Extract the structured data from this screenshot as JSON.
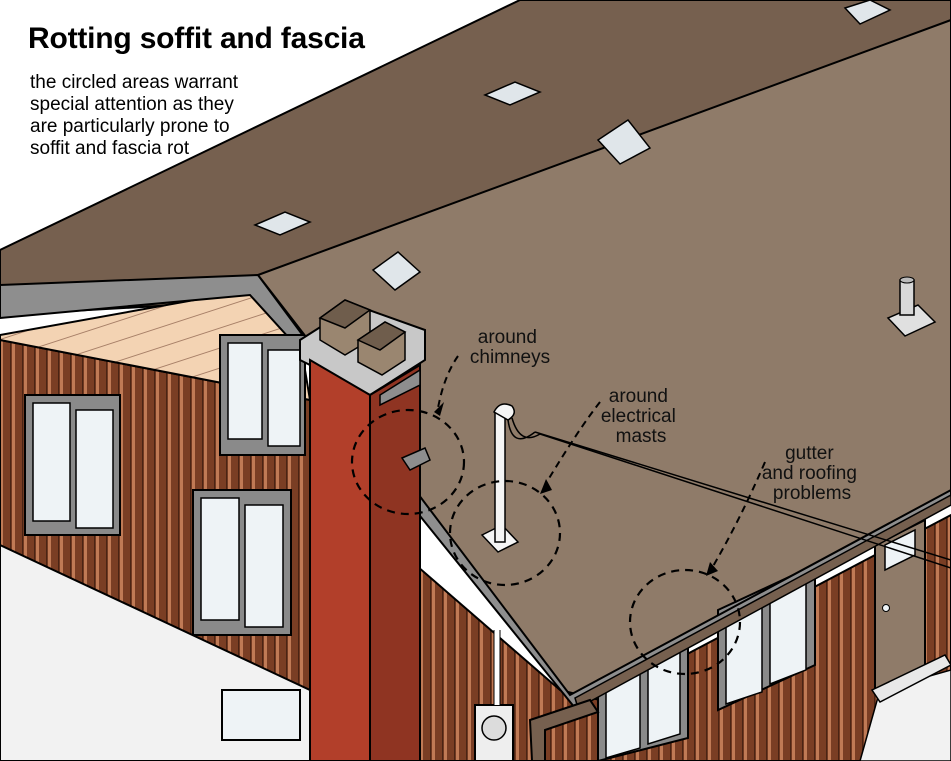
{
  "title": "Rotting soffit and fascia",
  "description_lines": [
    "the circled areas warrant",
    "special attention as they",
    "are particularly prone to",
    "soffit and fascia rot"
  ],
  "callouts": {
    "chimneys": [
      "around",
      "chimneys"
    ],
    "masts": [
      "around",
      "electrical",
      "masts"
    ],
    "gutter": [
      "gutter",
      "and roofing",
      "problems"
    ]
  },
  "colors": {
    "roof": "#8f7b69",
    "roof_dark": "#76604f",
    "fascia": "#8e8e8e",
    "siding": "#7a3e24",
    "gable_siding": "#f3d3b3",
    "chimney": "#b23f2a",
    "window_glass": "#eef3f6",
    "foundation": "#f2f2f2"
  }
}
